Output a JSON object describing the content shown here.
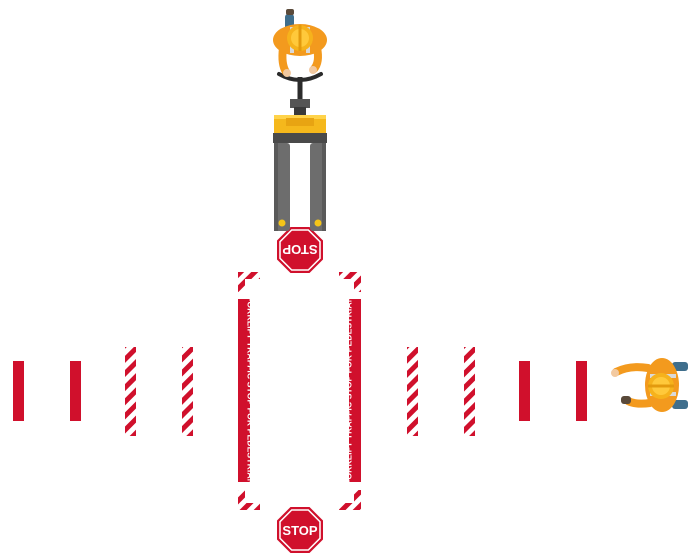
{
  "colors": {
    "red": "#d0102c",
    "white": "#ffffff",
    "vest": "#f39a1e",
    "helmet": "#f6b21c",
    "fork_gray": "#6d6d6d",
    "fork_yellow": "#f5b81c",
    "jeans": "#3f6e8c"
  },
  "signs": {
    "top_stop": "STOP",
    "bottom_stop": "STOP"
  },
  "crossing": {
    "left_strip_text": "FORKLIFT TRAFFIC STOP FOR PEDESTRIAN",
    "right_strip_text": "FORKLIFT TRAFFIC STOP FOR PEDESTRIAN"
  },
  "icons": {
    "worker_top": "worker-icon",
    "forklift": "pallet-jack-icon",
    "worker_right": "worker-icon"
  }
}
